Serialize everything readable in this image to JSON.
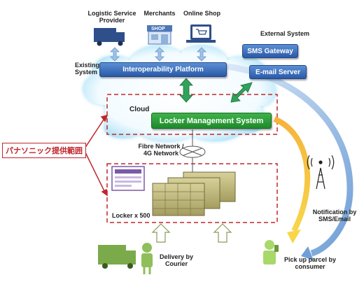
{
  "top": {
    "logistic": "Logistic Service\nProvider",
    "merchants": "Merchants",
    "online_shop": "Online Shop",
    "shop_sign": "SHOP"
  },
  "existing_system": "Existing\nSystem",
  "interop_platform": "Interoperability Platform",
  "external_system": "External System",
  "sms_gateway": "SMS Gateway",
  "email_server": "E-mail Server",
  "cloud_label": "Cloud",
  "lms": "Locker Management System",
  "panasonic_scope": "パナソニック提供範囲",
  "network": "Fibre Network /\n4G Network",
  "locker_count": "Locker x 500",
  "delivery": "Delivery by\nCourier",
  "notification": "Notification by\nSMS/Email",
  "pickup": "Pick up parcel by\nconsumer",
  "colors": {
    "platform_blue": "#2a5aa8",
    "lms_green": "#1f8a2c",
    "scope_red": "#c0262c",
    "cloud_glow": "#aee3f7",
    "locker_olive": "#b9b27a"
  }
}
